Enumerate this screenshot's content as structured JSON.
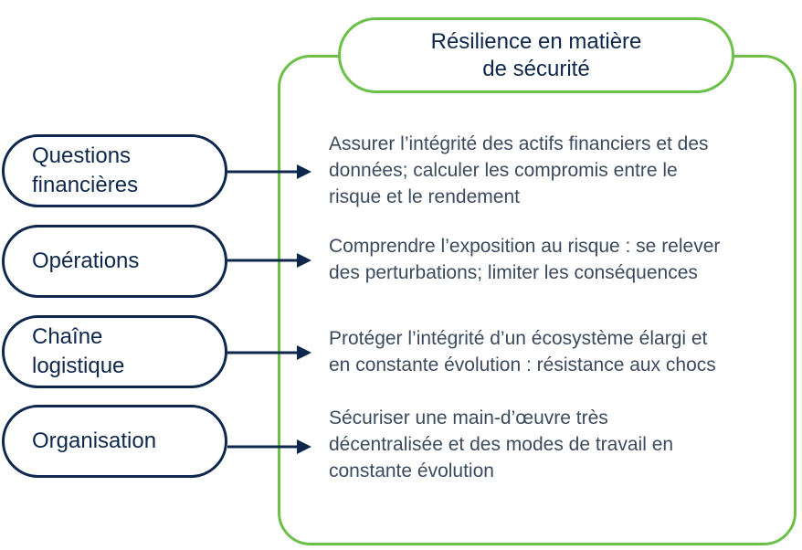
{
  "title": "Résilience en matière\nde sécurité",
  "colors": {
    "panel_border": "#6cc04a",
    "topic_border": "#0d274d",
    "arrow": "#0d274d",
    "text_dark": "#0d274d",
    "text_desc": "#3c4a5e"
  },
  "rows": [
    {
      "topic": "Questions\nfinancières",
      "description": "Assurer l’intégrité des actifs financiers et des\ndonnées; calculer les compromis entre le\nrisque et le rendement"
    },
    {
      "topic": "Opérations",
      "description": "Comprendre l’exposition au risque : se relever\ndes perturbations; limiter les conséquences"
    },
    {
      "topic": "Chaîne\nlogistique",
      "description": "Protéger l’intégrité d’un écosystème élargi et\nen constante évolution : résistance aux chocs"
    },
    {
      "topic": "Organisation",
      "description": "Sécuriser une main-d’œuvre très\ndécentralisée et des modes de travail en\nconstante évolution"
    }
  ]
}
